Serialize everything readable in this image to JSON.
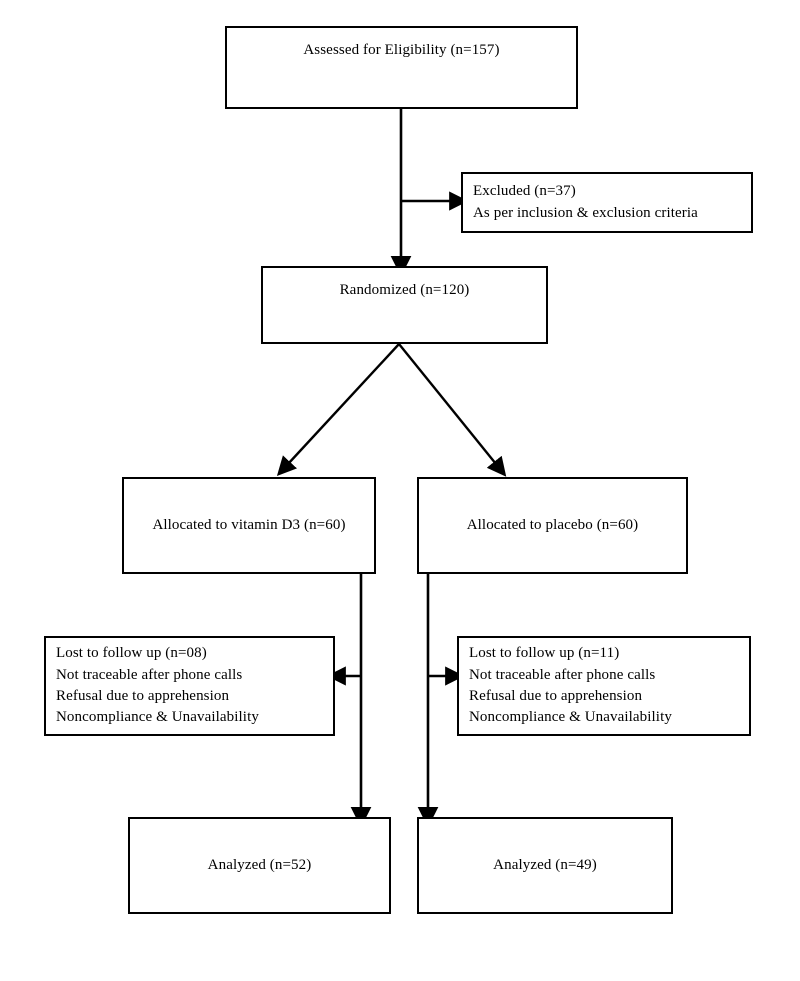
{
  "diagram": {
    "title": "CONSORT participant flow diagram",
    "line_color": "#000000",
    "background_color": "#ffffff",
    "nodes": {
      "assessed": {
        "text": "Assessed for Eligibility (n=157)"
      },
      "excluded": {
        "text": "Excluded (n=37)\nAs per inclusion & exclusion criteria"
      },
      "randomized": {
        "text": "Randomized (n=120)"
      },
      "allocated_vitamin_d3": {
        "text": "Allocated to vitamin D3 (n=60)"
      },
      "allocated_placebo": {
        "text": "Allocated to placebo (n=60)"
      },
      "lost_left": {
        "text": "Lost to follow up (n=08)\nNot traceable after phone calls\nRefusal due to apprehension\nNoncompliance & Unavailability"
      },
      "lost_right": {
        "text": "Lost to follow up (n=11)\nNot traceable after phone calls\nRefusal due to apprehension\nNoncompliance & Unavailability"
      },
      "analyzed_left": {
        "text": "Analyzed (n=52)"
      },
      "analyzed_right": {
        "text": "Analyzed (n=49)"
      }
    },
    "counts": {
      "assessed_for_eligibility": 157,
      "excluded": 37,
      "randomized": 120,
      "allocated_vitamin_d3": 60,
      "allocated_placebo": 60,
      "lost_to_follow_up_vitamin_d3": 8,
      "lost_to_follow_up_placebo": 11,
      "analyzed_vitamin_d3": 52,
      "analyzed_placebo": 49
    }
  }
}
